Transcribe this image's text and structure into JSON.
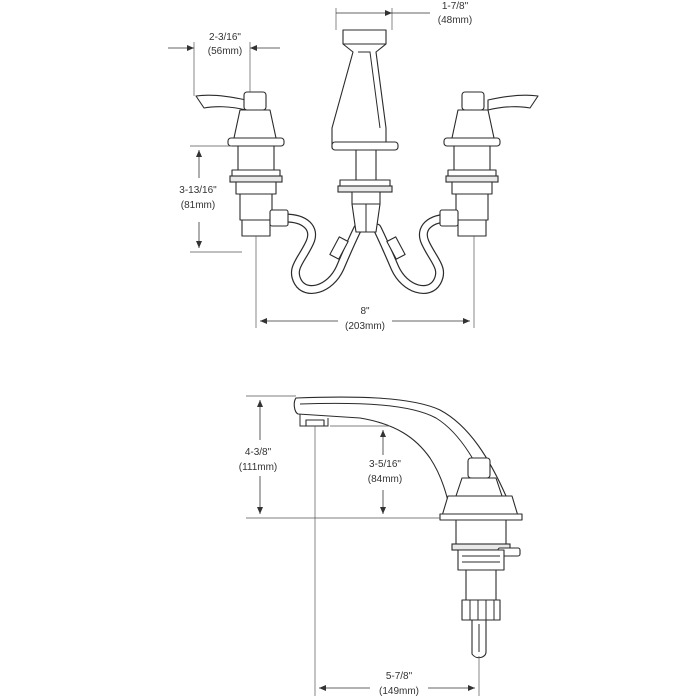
{
  "dimensions": {
    "spout_width": {
      "imperial": "1-7/8\"",
      "metric": "(48mm)"
    },
    "handle_width": {
      "imperial": "2-3/16\"",
      "metric": "(56mm)"
    },
    "shank_length": {
      "imperial": "3-13/16\"",
      "metric": "(81mm)"
    },
    "center_spread": {
      "imperial": "8\"",
      "metric": "(203mm)"
    },
    "spout_height": {
      "imperial": "4-3/8\"",
      "metric": "(111mm)"
    },
    "outlet_height": {
      "imperial": "3-5/16\"",
      "metric": "(84mm)"
    },
    "spout_reach": {
      "imperial": "5-7/8\"",
      "metric": "(149mm)"
    }
  },
  "colors": {
    "line": "#2b2b2b",
    "dimension": "#333333",
    "background": "#ffffff"
  }
}
